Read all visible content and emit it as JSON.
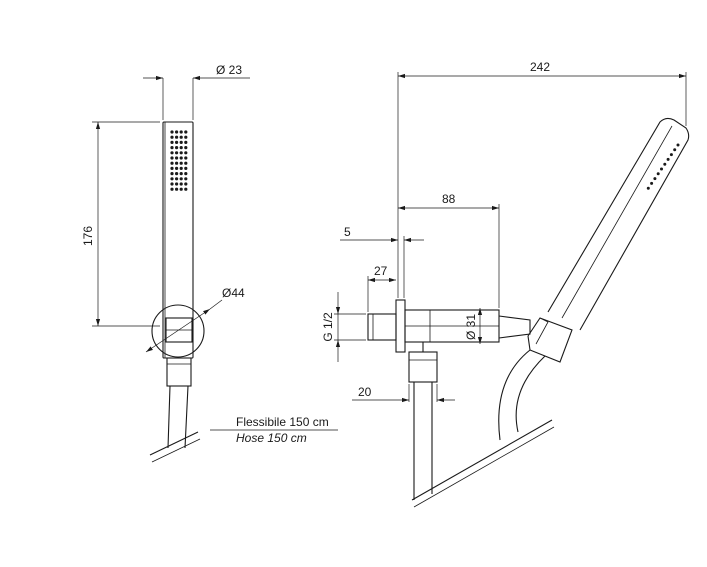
{
  "dimensions": {
    "dia_23": "Ø 23",
    "len_176": "176",
    "dia_44": "Ø44",
    "len_242": "242",
    "len_88": "88",
    "len_5": "5",
    "len_27": "27",
    "thread": "G 1/2",
    "dia_31": "Ø 31",
    "len_20": "20"
  },
  "hose_label": {
    "italian": "Flessibile 150 cm",
    "english": "Hose 150 cm"
  }
}
